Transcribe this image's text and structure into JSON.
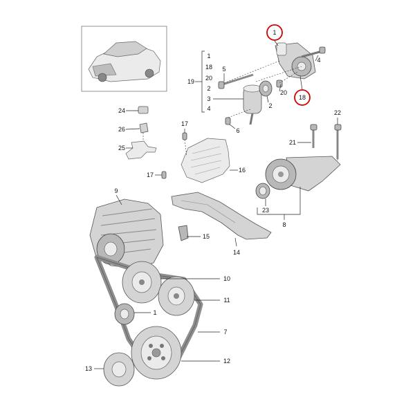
{
  "callouts": {
    "c1_top": "1",
    "c18_top": "18",
    "c4": "4",
    "c5": "5",
    "c20": "20",
    "c2": "2",
    "c6": "6",
    "c19": "19",
    "c22": "22",
    "c21": "21",
    "c24": "24",
    "c26": "26",
    "c25": "25",
    "c17a": "17",
    "c16": "16",
    "c17b": "17",
    "c9": "9",
    "c23": "23",
    "c8": "8",
    "c15": "15",
    "c14": "14",
    "c10": "10",
    "c11": "11",
    "c1_low": "1",
    "c7": "7",
    "c12": "12",
    "c13": "13"
  },
  "bracket_19_items": [
    "1",
    "18",
    "20",
    "2",
    "3",
    "4"
  ],
  "highlighted": [
    "1",
    "18"
  ],
  "colors": {
    "highlight": "#d40000",
    "line": "#222222",
    "part": "#d4d4d4"
  }
}
